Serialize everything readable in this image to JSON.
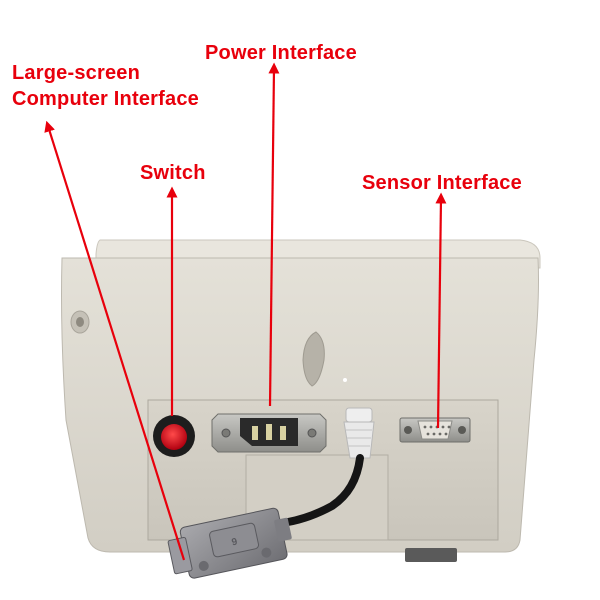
{
  "labels": {
    "large_screen_line1": "Large-screen",
    "large_screen_line2": "Computer Interface",
    "power": "Power Interface",
    "switch": "Switch",
    "sensor": "Sensor Interface"
  },
  "colors": {
    "callout": "#e8000c",
    "housing": "#dcd9d0",
    "panel": "#cfcbc1",
    "button": "#d4141c"
  }
}
